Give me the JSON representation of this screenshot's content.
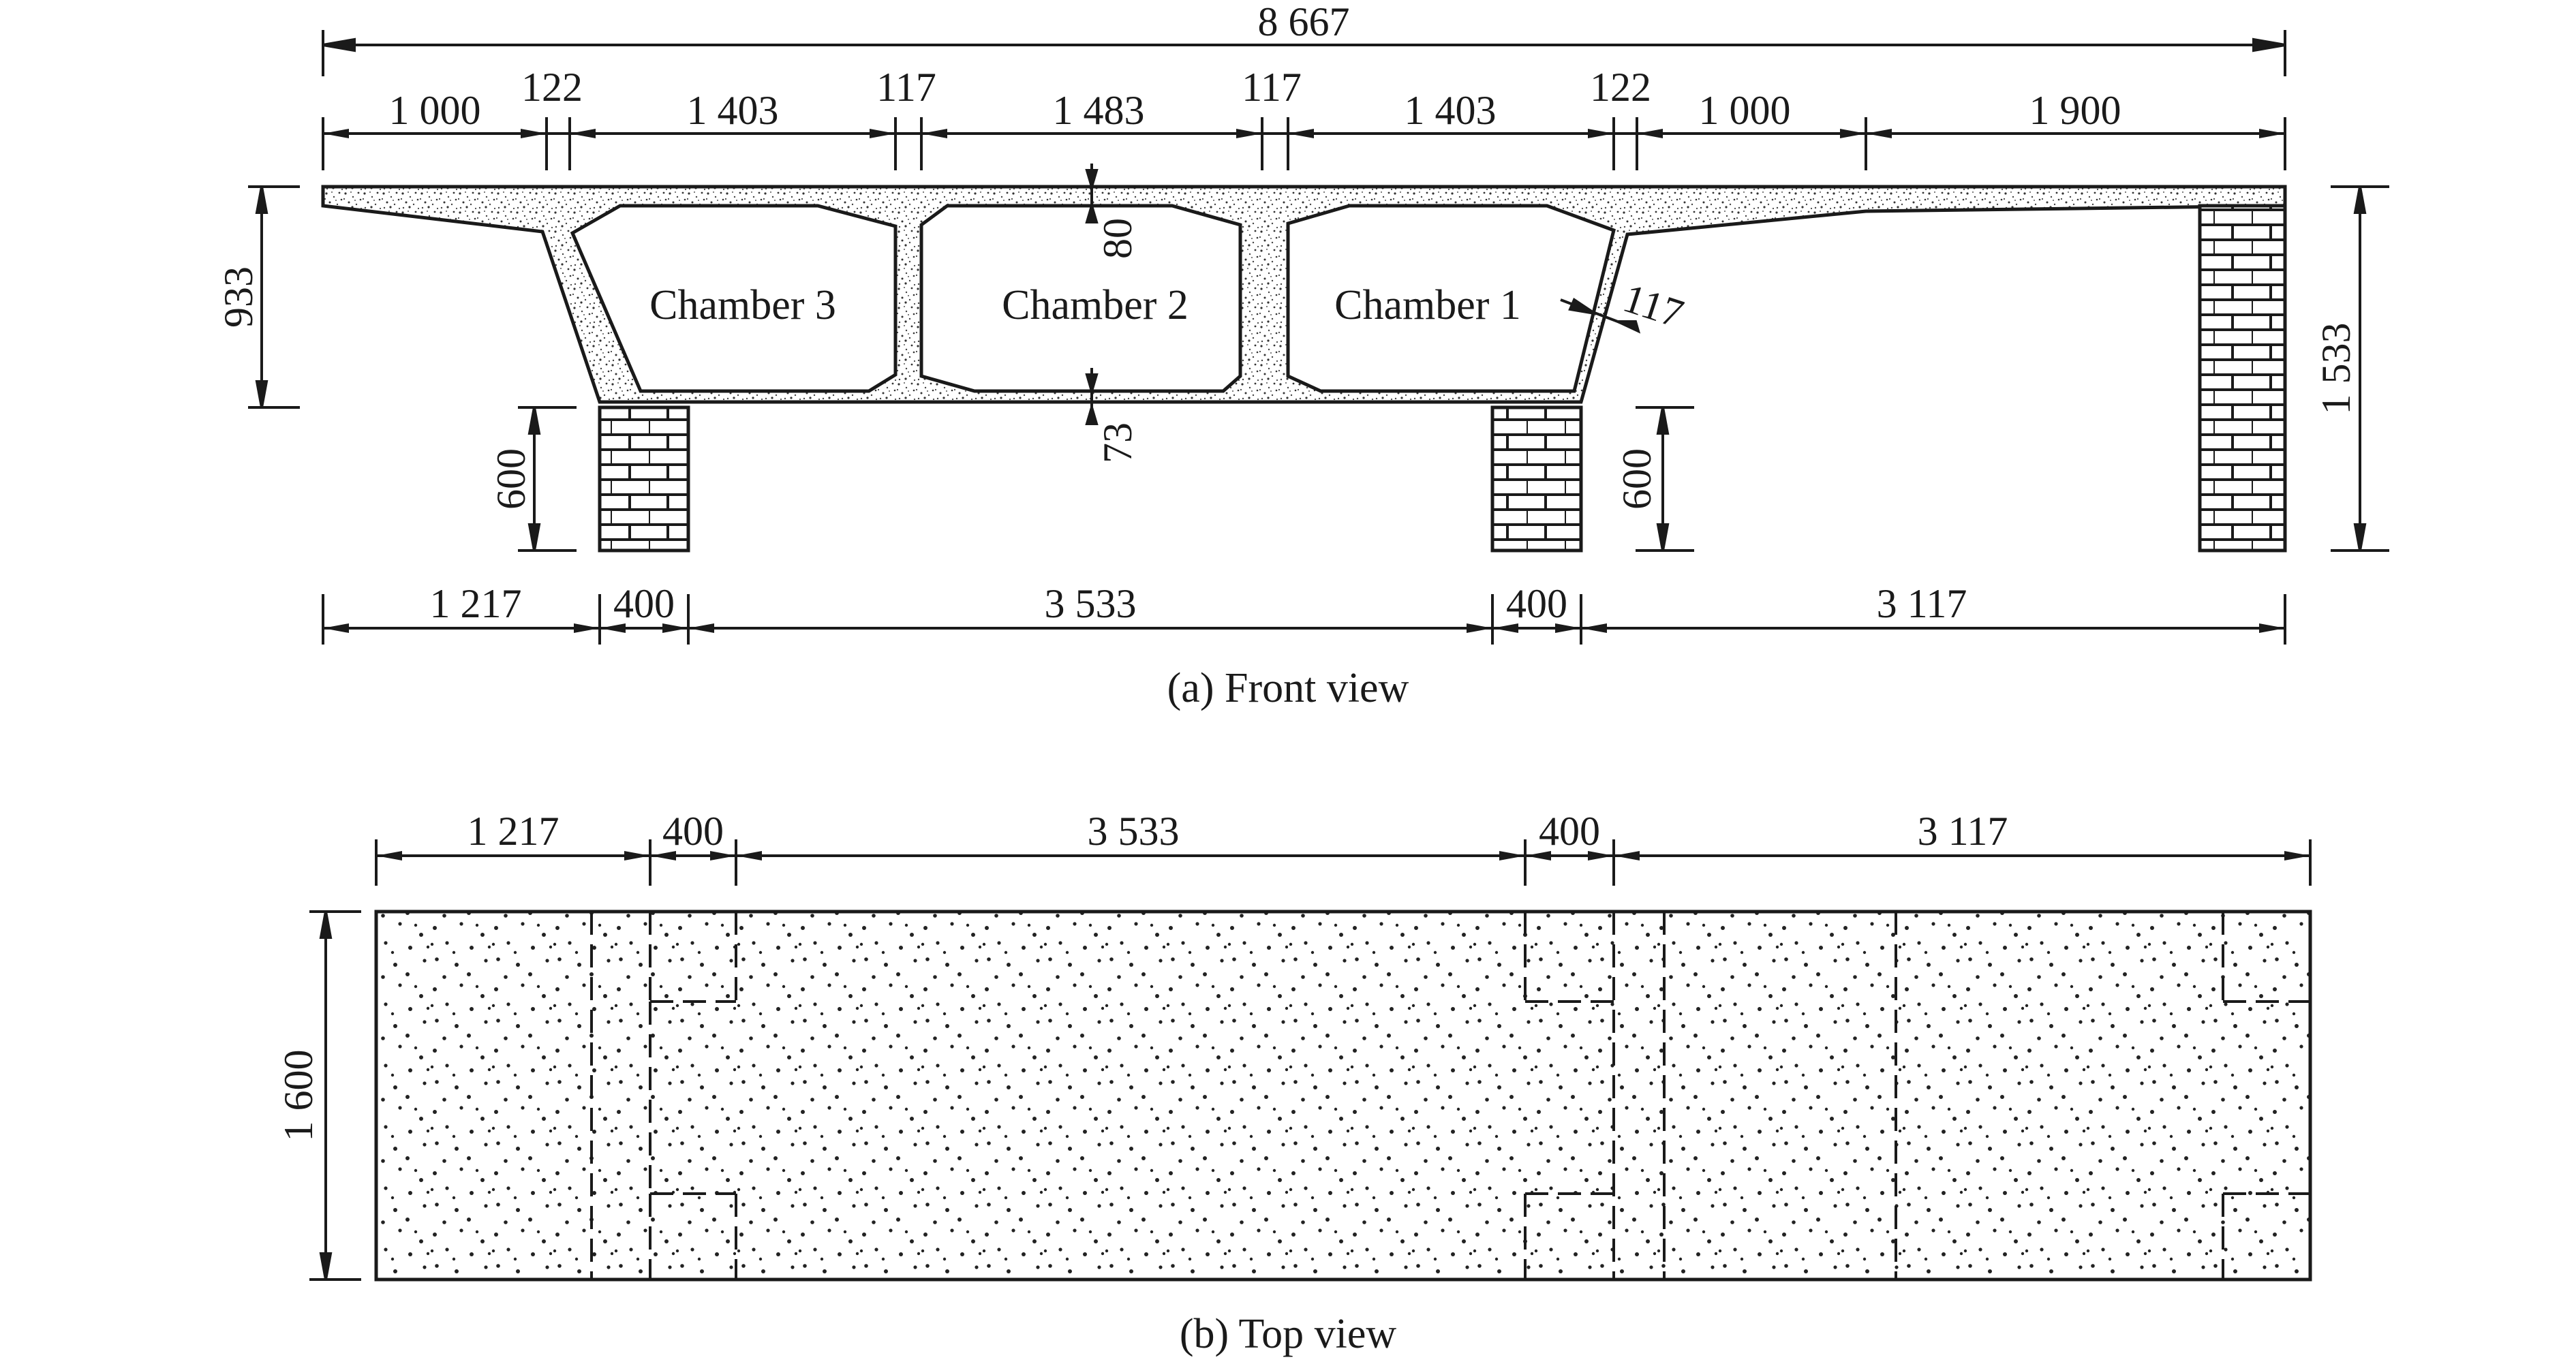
{
  "front_view": {
    "caption": "(a) Front view",
    "overall_width": "8 667",
    "top_dims": [
      "1 000",
      "122",
      "1 403",
      "117",
      "1 483",
      "117",
      "1 403",
      "122",
      "1 000",
      "1 900"
    ],
    "bottom_dims": [
      "1 217",
      "400",
      "3 533",
      "400",
      "3 117"
    ],
    "girder_height": "933",
    "total_height": "1 533",
    "pier_height_left": "600",
    "pier_height_right": "600",
    "top_slab_thickness": "80",
    "bottom_slab_thickness": "73",
    "web_thickness": "117",
    "chambers": [
      "Chamber 3",
      "Chamber 2",
      "Chamber 1"
    ]
  },
  "top_view": {
    "caption": "(b) Top view",
    "dims": [
      "1 217",
      "400",
      "3 533",
      "400",
      "3 117"
    ],
    "width": "1 600"
  },
  "colors": {
    "line": "#1a1a1a",
    "background": "#ffffff"
  }
}
